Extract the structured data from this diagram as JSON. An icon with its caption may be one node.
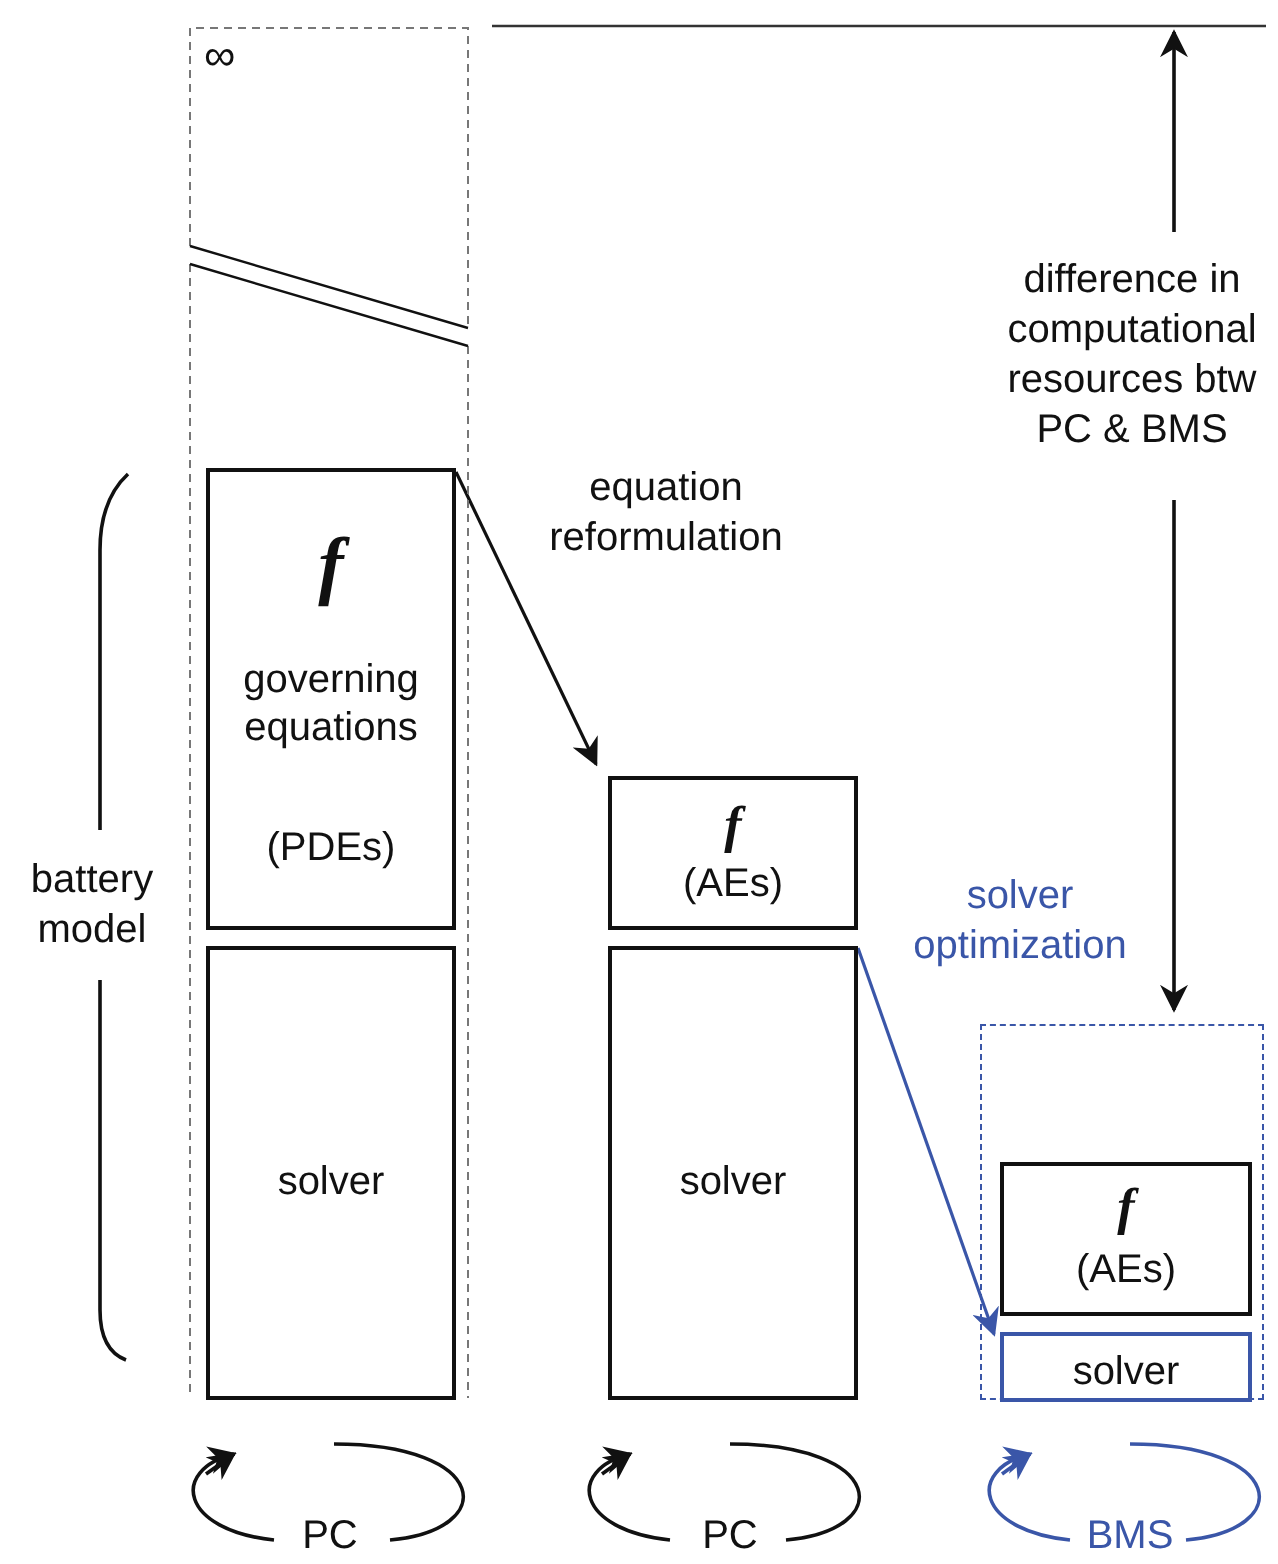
{
  "diagram": {
    "nodes": [
      {
        "text": [
          "∞"
        ]
      },
      {
        "text": [
          "f",
          "governing equations",
          "(PDEs)"
        ],
        "in": 0
      },
      {
        "text": [
          "solver"
        ],
        "in": 0
      },
      {
        "text": [
          "f",
          "(AEs)"
        ]
      },
      {
        "text": [
          "solver"
        ]
      },
      {
        "text": [],
        "shape": "box"
      },
      {
        "text": [
          "f",
          "(AEs)"
        ],
        "in": 5
      },
      {
        "text": [
          "solver"
        ],
        "in": 5
      }
    ],
    "edges": [
      {
        "from": 1,
        "to": 3,
        "arrow": "to",
        "label": "equation reformulation"
      },
      {
        "from": 4,
        "to": 7,
        "arrow": "to",
        "label": "solver optimization",
        "color": "#3a56a8"
      }
    ],
    "labels": [
      "battery model",
      "difference in computational resources btw PC & BMS",
      "PC",
      "PC",
      "BMS"
    ]
  }
}
